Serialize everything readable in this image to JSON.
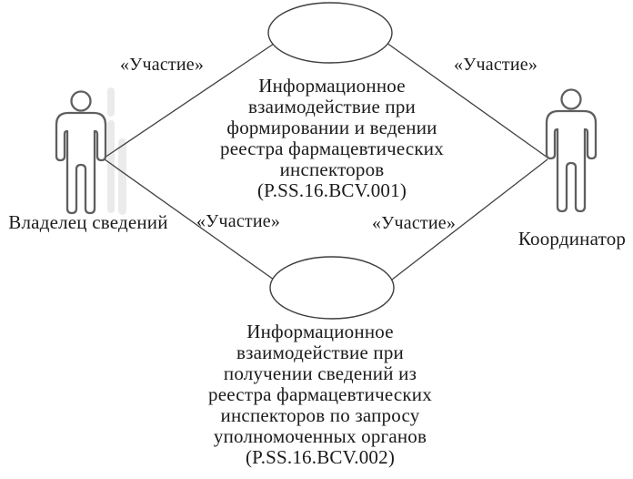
{
  "diagram": {
    "actors": [
      {
        "name": "Владелец сведений",
        "position": "left"
      },
      {
        "name": "Координатор",
        "position": "right"
      }
    ],
    "use_cases": [
      {
        "id": "P.SS.16.BCV.001",
        "label": "Информационное\nвзаимодействие при\nформировании и ведении\nреестра фармацевтических\nинспекторов\n(P.SS.16.BCV.001)"
      },
      {
        "id": "P.SS.16.BCV.002",
        "label": "Информационное\nвзаимодействие при\nполучении сведений из\nреестра фармацевтических\nинспекторов по запросу\nуполномоченных органов\n(P.SS.16.BCV.002)"
      }
    ],
    "associations": [
      {
        "label": "«Участие»",
        "from": "Владелец сведений",
        "to": "P.SS.16.BCV.001"
      },
      {
        "label": "«Участие»",
        "from": "Координатор",
        "to": "P.SS.16.BCV.001"
      },
      {
        "label": "«Участие»",
        "from": "Владелец сведений",
        "to": "P.SS.16.BCV.002"
      },
      {
        "label": "«Участие»",
        "from": "Координатор",
        "to": "P.SS.16.BCV.002"
      }
    ],
    "colors": {
      "background": "#ffffff",
      "line": "#404040",
      "text": "#1b1b1b",
      "actor_outline": "#5f5f5f"
    }
  }
}
